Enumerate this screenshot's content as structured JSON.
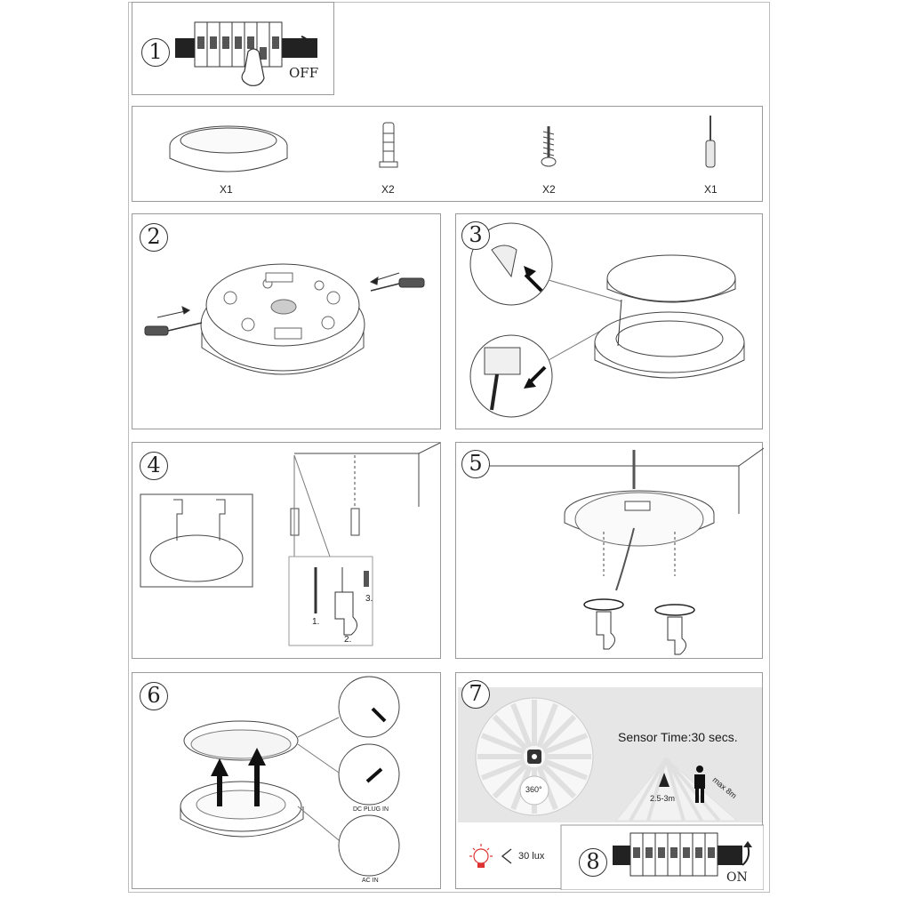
{
  "steps": {
    "step1": {
      "number": "1",
      "switch_label": "OFF"
    },
    "parts": {
      "qty": [
        "X1",
        "X2",
        "X2",
        "X1"
      ]
    },
    "step2": {
      "number": "2"
    },
    "step3": {
      "number": "3"
    },
    "step4": {
      "number": "4",
      "sub_steps": [
        "1.",
        "2.",
        "3."
      ]
    },
    "step5": {
      "number": "5"
    },
    "step6": {
      "number": "6",
      "dc_label": "DC PLUG IN",
      "ac_label": "AC IN"
    },
    "step7": {
      "number": "7",
      "sensor_time": "Sensor Time:30 secs.",
      "angle": "360°",
      "height": "2.5-3m",
      "range": "max 8m",
      "lux": "30 lux"
    },
    "step8": {
      "number": "8",
      "switch_label": "ON"
    }
  }
}
